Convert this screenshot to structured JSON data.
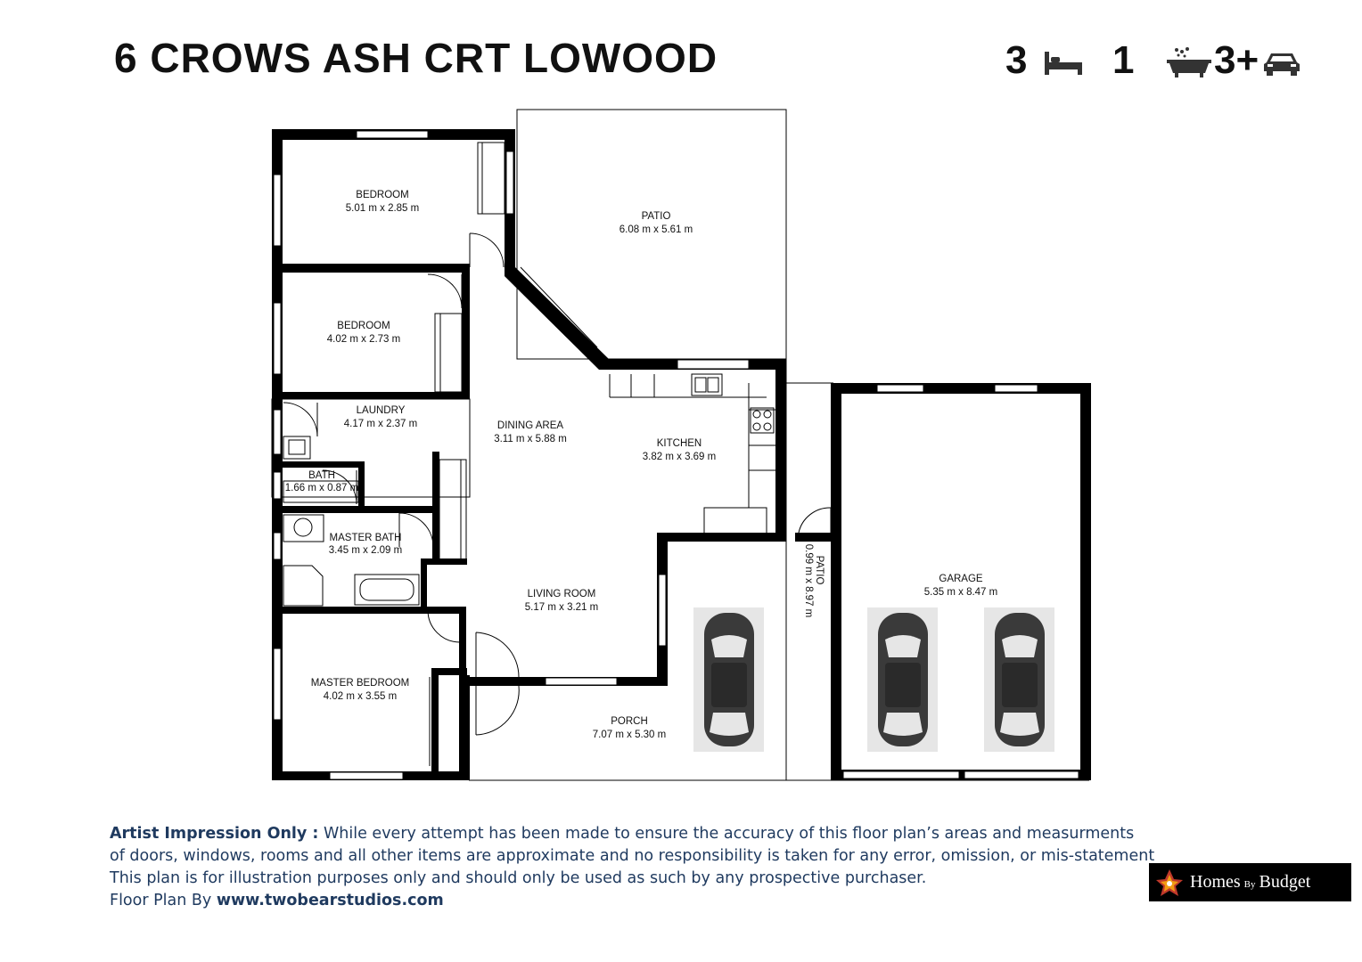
{
  "header": {
    "title": "6 CROWS ASH CRT LOWOOD",
    "bedrooms": "3",
    "bathrooms": "1",
    "car_spaces": "3+"
  },
  "rooms": [
    {
      "id": "bedroom-1",
      "name": "BEDROOM",
      "size": "5.01 m x 2.85 m"
    },
    {
      "id": "patio-rear",
      "name": "PATIO",
      "size": "6.08 m x 5.61 m"
    },
    {
      "id": "bedroom-2",
      "name": "BEDROOM",
      "size": "4.02 m x 2.73 m"
    },
    {
      "id": "laundry",
      "name": "LAUNDRY",
      "size": "4.17 m x 2.37 m"
    },
    {
      "id": "dining",
      "name": "DINING AREA",
      "size": "3.11 m x 5.88 m"
    },
    {
      "id": "kitchen",
      "name": "KITCHEN",
      "size": "3.82 m x 3.69 m"
    },
    {
      "id": "bath",
      "name": "BATH",
      "size": "1.66 m x 0.87 m"
    },
    {
      "id": "master-bath",
      "name": "MASTER BATH",
      "size": "3.45 m x 2.09 m"
    },
    {
      "id": "living",
      "name": "LIVING ROOM",
      "size": "5.17 m x 3.21 m"
    },
    {
      "id": "master-bedroom",
      "name": "MASTER BEDROOM",
      "size": "4.02 m x 3.55 m"
    },
    {
      "id": "porch",
      "name": "PORCH",
      "size": "7.07 m x 5.30 m"
    },
    {
      "id": "garage",
      "name": "GARAGE",
      "size": "5.35 m x 8.47 m"
    },
    {
      "id": "patio-side",
      "name": "PATIO",
      "size": "0.99 m x 8.97 m"
    }
  ],
  "disclaimer": {
    "heading": "Artist Impression Only :",
    "line1": " While every attempt has been made to ensure the accuracy of this floor plan’s areas and measurments",
    "line2": "of doors, windows, rooms and all other items are approximate and no responsibility is taken for any error, omission, or mis-statement",
    "line3": "This plan is for illustration purposes only and should only be used as such by any prospective purchaser.",
    "credit_prefix": "Floor Plan By ",
    "credit_site": "www.twobearstudios.com"
  },
  "logo": {
    "word1": "Homes",
    "word2": "By",
    "word3": "Budget"
  },
  "colors": {
    "wall": "#000000",
    "footer_text": "#1f3a5f",
    "car": "#3a3a3a",
    "car_pad": "#e6e6e6"
  }
}
